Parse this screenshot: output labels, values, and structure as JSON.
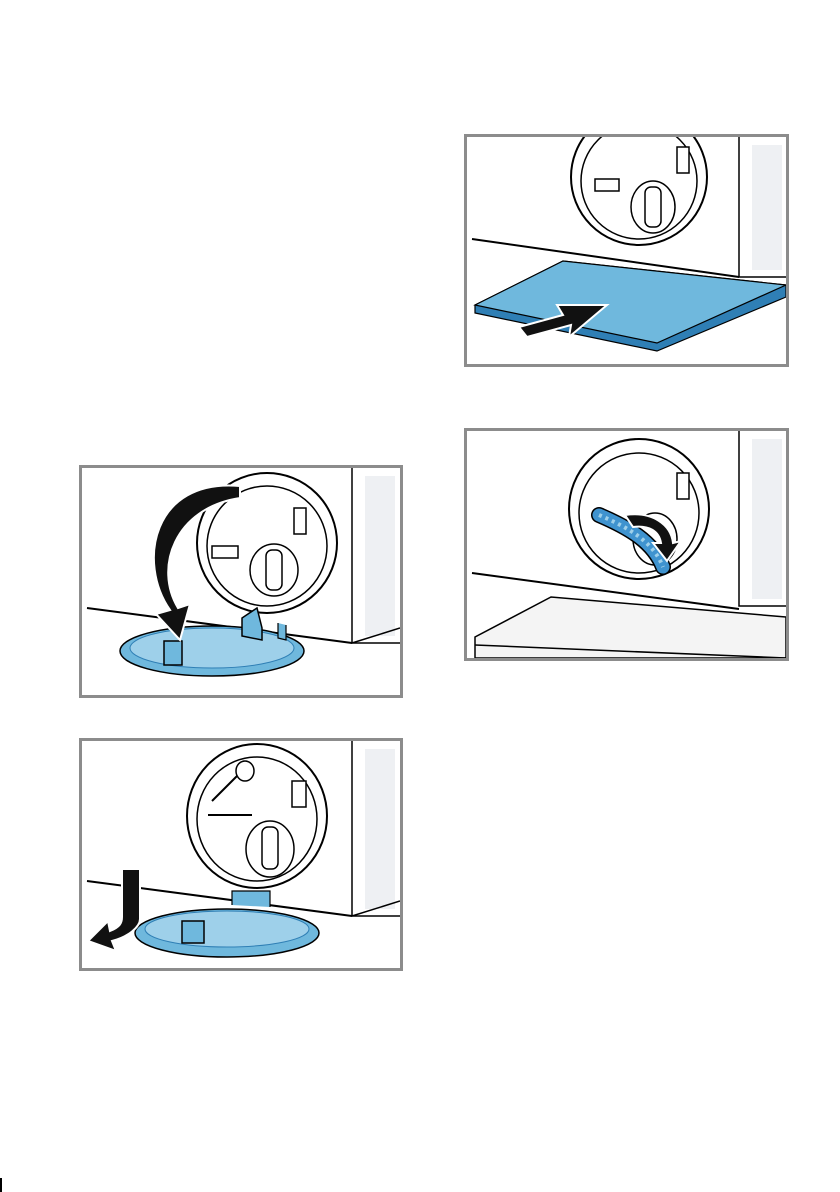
{
  "colors": {
    "accent_blue": "#6fb8dd",
    "accent_blue_dark": "#2f7fb5",
    "frame_gray": "#8c8c8c",
    "panel_gray": "#eef0f3",
    "arrow_black": "#111111"
  },
  "figures": [
    {
      "id": "open-cover",
      "icons": [
        "washing-machine-icon",
        "service-cover-icon",
        "curved-arrow-icon"
      ]
    },
    {
      "id": "remove-cover",
      "icons": [
        "washing-machine-icon",
        "service-cover-icon",
        "down-arrow-icon"
      ]
    },
    {
      "id": "tray",
      "icons": [
        "washing-machine-icon",
        "flat-tray-icon",
        "push-arrow-icon"
      ]
    },
    {
      "id": "hose",
      "icons": [
        "washing-machine-icon",
        "emergency-drain-hose-icon",
        "curved-arrow-icon"
      ]
    }
  ]
}
